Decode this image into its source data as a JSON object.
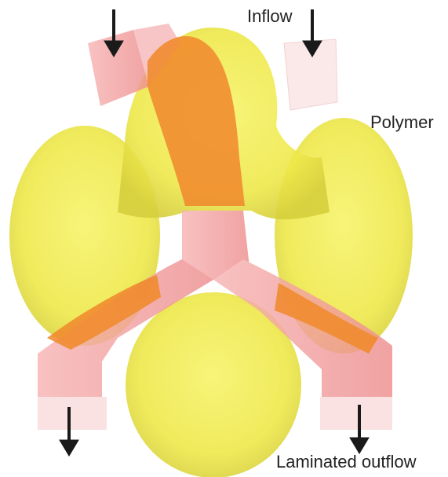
{
  "labels": {
    "inflow": "Inflow",
    "polymer": "Polymer",
    "outflow": "Laminated outflow"
  },
  "colors": {
    "polymer_fill": "#f2ee4a",
    "polymer_edge": "#d9d23a",
    "channel_fill": "#f4a0a0",
    "channel_edge": "#e07a7a",
    "overlap_fill": "#f0892e",
    "arrow": "#1a1a1a",
    "text": "#222222"
  },
  "icons": {
    "flow_arrow": "down-arrow-icon"
  }
}
